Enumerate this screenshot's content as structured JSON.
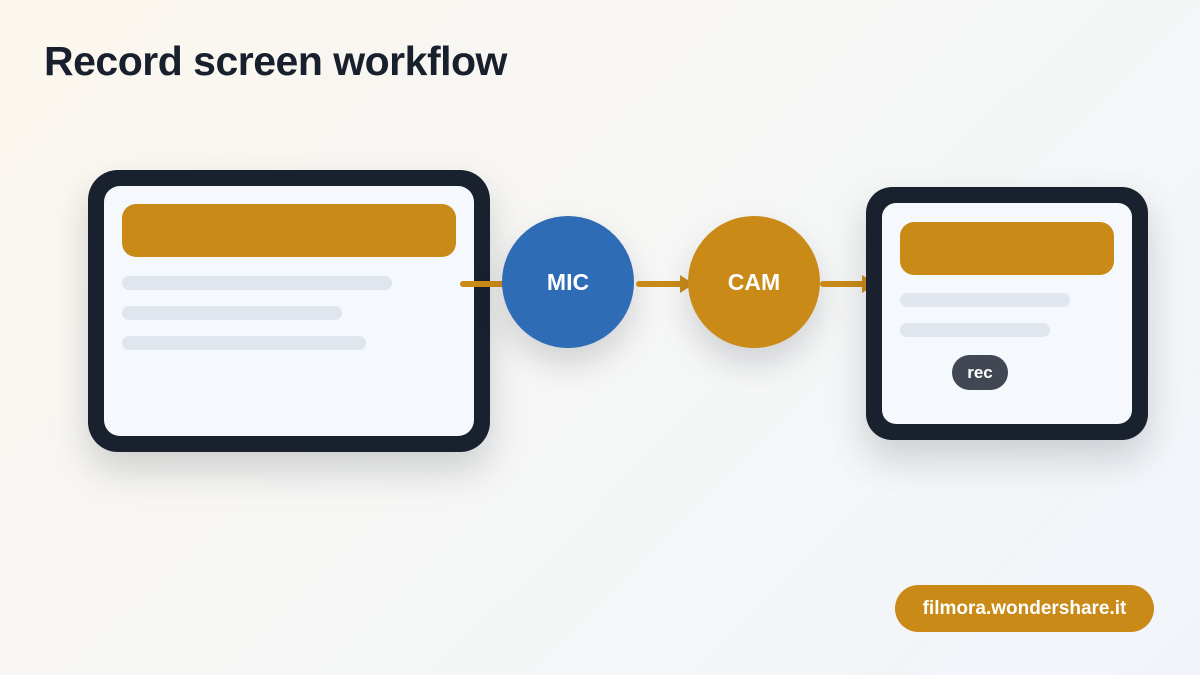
{
  "title": "Record screen workflow",
  "nodes": {
    "mic": "MIC",
    "cam": "CAM"
  },
  "output_device": {
    "badge": "rec"
  },
  "source": "filmora.wondershare.it",
  "colors": {
    "accent": "#c98a17",
    "mic": "#2e6cb5",
    "device_frame": "#18212d",
    "badge": "#414853"
  }
}
